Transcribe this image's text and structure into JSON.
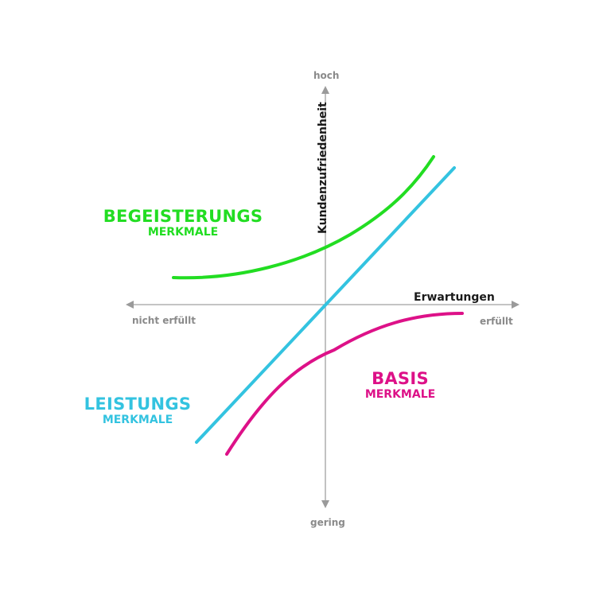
{
  "diagram": {
    "type": "kano-model",
    "axes": {
      "vertical": {
        "title": "Kundenzufriedenheit",
        "top_label": "hoch",
        "bottom_label": "gering"
      },
      "horizontal": {
        "title": "Erwartungen",
        "left_label": "nicht erfüllt",
        "right_label": "erfüllt"
      },
      "color": "#9a9a9a"
    },
    "categories": [
      {
        "id": "begeisterung",
        "title": "BEGEISTERUNGS",
        "subtitle": "MERKMALE",
        "color": "#22dd22",
        "curve": "exponential"
      },
      {
        "id": "leistung",
        "title": "LEISTUNGS",
        "subtitle": "MERKMALE",
        "color": "#33c3e0",
        "curve": "linear"
      },
      {
        "id": "basis",
        "title": "BASIS",
        "subtitle": "MERKMALE",
        "color": "#dd1188",
        "curve": "saturating"
      }
    ]
  }
}
